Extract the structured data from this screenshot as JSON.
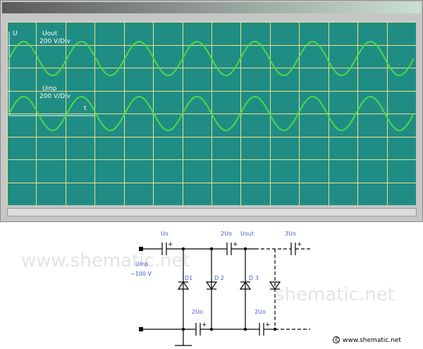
{
  "scope": {
    "output_channel": {
      "axis": "U",
      "name": "Uout",
      "scale": "200 V/Div",
      "cycles": 7
    },
    "input_channel": {
      "name": "Uinp",
      "scale": "200 V/Div",
      "cycles": 7
    },
    "time_axis": "t",
    "colors": {
      "screen": "#1f8d84",
      "grid": "#f0e08a",
      "trace": "#4cd94a"
    }
  },
  "circuit": {
    "labels": {
      "u0_top": "Uo",
      "u2_top": "2Uo",
      "uout": "Uout",
      "u3_top": "3Uo",
      "uinp": "Uinp",
      "input_voltage": "~100 V",
      "d1": "D1",
      "d2": "D 2",
      "d3": "D 3",
      "u2_bottom_a": "2Uo",
      "u2_bottom_b": "2Uo",
      "plus": "+"
    },
    "watermark_1": "www.shematic.net",
    "watermark_2": "shematic.net",
    "credit": "www.shematic.net",
    "credit_icon": "©"
  }
}
